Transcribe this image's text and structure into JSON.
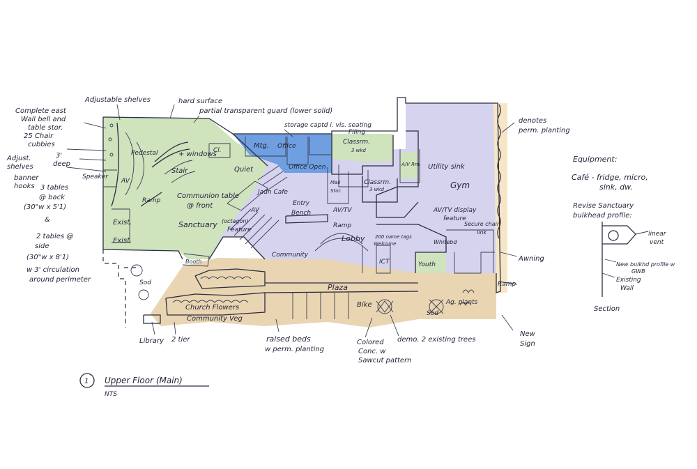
{
  "colors": {
    "sanctuary_green": "#cfe3bd",
    "office_blue": "#6f9fe0",
    "lobby_purple": "#d6d3ef",
    "plaza_tan": "#ead5b2",
    "east_strip": "#f6e6c6",
    "ink": "#23263a"
  },
  "labels": {
    "adjustable_shelves": "Adjustable shelves",
    "hard_surface": "hard surface",
    "transparent_guard": "partial transparent guard (lower solid)",
    "storage": "storage captd i. vis. seating",
    "filing": "Filing",
    "complete_east_1": "Complete east",
    "complete_east_2": "Wall bell and",
    "complete_east_3": "table stor.",
    "complete_east_4": "25 Chair",
    "complete_east_5": "cubbies",
    "adjust_shelves_1": "Adjust.",
    "adjust_shelves_2": "shelves",
    "banner_hooks_1": "banner",
    "banner_hooks_2": "hooks",
    "deep_1": "3'",
    "deep_2": "deep",
    "tables_1": "3 tables",
    "tables_2": "@ back",
    "tables_3": "(30\"w x 5'1)",
    "tables_4": "&",
    "tables_5": "2 tables @",
    "tables_6": "side",
    "tables_7": "(30\"w x 8'1)",
    "tables_8": "w 3' circulation",
    "tables_9": "around perimeter",
    "speaker": "Speaker",
    "pedestal": "Pedestal",
    "av": "AV",
    "windows": "+ windows",
    "stair": "Stair",
    "quiet": "Quiet",
    "cl": "Cl.",
    "ramp_left": "Ramp",
    "communion": "Communion table",
    "front": "@ front",
    "sanctuary": "Sanctuary",
    "octagon": "(octagon)",
    "feature": "Feature",
    "av_right": "AV",
    "exist_1": "Exist.",
    "exist_2": "Exist.",
    "booth": "Booth",
    "mtg": "Mtg.",
    "office": "Office",
    "office_open": "Office Open",
    "classroom_top": "Classrm.",
    "classroom_top_sub": "3 wkd",
    "classroom_mid": "Classrm.",
    "classroom_mid_sub": "3 wkd",
    "av_rm": "A/V Rm.",
    "mail": "Mail",
    "stor": "Stor.",
    "jc_cafe": "Jadn Cafe",
    "entry": "Entry",
    "bench": "Bench",
    "av_tv": "AV/TV",
    "ramp_mid": "Ramp",
    "utility_sink": "Utility sink",
    "gym": "Gym",
    "tv_display": "AV/TV display",
    "tv_display_2": "feature",
    "secure_chair": "Secure chair",
    "link": "link",
    "lobby": "Lobby",
    "name_tags": "200 name tags",
    "welcome": "Welcome",
    "whiteboard": "Whitebd",
    "community": "Community",
    "ict": "ICT",
    "youth": "Youth",
    "plaza": "Plaza",
    "bike": "Bike",
    "church_flowers": "Church Flowers",
    "community_veg": "Community Veg",
    "sod_left": "Sod",
    "sod_right": "Sod",
    "ag_plants": "Ag. plants",
    "library": "Library",
    "tier": "2 tier",
    "raised_1": "raised beds",
    "raised_2": "w perm. planting",
    "colored_1": "Colored",
    "colored_2": "Conc. w",
    "colored_3": "Sawcut pattern",
    "demo": "demo. 2 existing trees",
    "new_1": "New",
    "new_2": "Sign",
    "awning": "Awning",
    "ramp_right": "Ramp",
    "denotes_1": "denotes",
    "denotes_2": "perm. planting",
    "equipment": "Equipment:",
    "cafe_1": "Café - fridge, micro,",
    "cafe_2": "sink, dw.",
    "revise_1": "Revise Sanctuary",
    "revise_2": "bulkhead profile:",
    "linear_1": "linear",
    "linear_2": "vent",
    "new_bulkhead": "New bulkhd profile w",
    "gwb": "GWB",
    "existing_wall_1": "Existing",
    "existing_wall_2": "Wall",
    "section": "Section",
    "title_num": "1",
    "title": "Upper Floor (Main)",
    "nts": "NTS"
  }
}
